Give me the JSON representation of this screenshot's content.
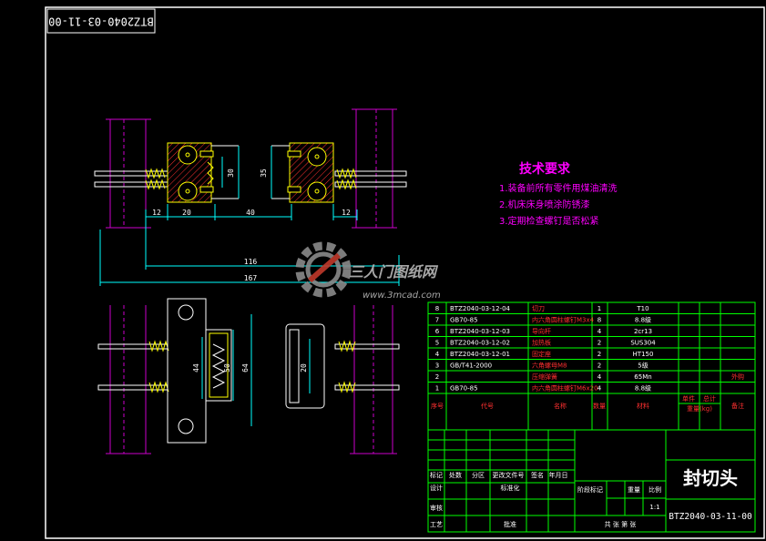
{
  "drawing_number_rotated": "BTZ2040-03-11-00",
  "notes": {
    "title": "技术要求",
    "items": [
      "1.装备前所有零件用煤油清洗",
      "2.机床床身喷涂防锈漆",
      "3.定期检查螺钉是否松紧"
    ]
  },
  "dimensions": {
    "d12_left": "12",
    "d20": "20",
    "d40": "40",
    "d12_right": "12",
    "d116": "116",
    "d167": "167",
    "d30": "30",
    "d35": "35",
    "d44": "44",
    "d50": "50",
    "d64": "64",
    "d20_side": "20"
  },
  "watermark": {
    "brand": "三人门图纸网",
    "url": "www.3mcad.com"
  },
  "bom": [
    {
      "no": "8",
      "code": "BTZ2040-03-12-04",
      "name": "切刀",
      "qty": "1",
      "material": "T10",
      "note": ""
    },
    {
      "no": "7",
      "code": "GB70-85",
      "name": "内六角圆柱螺钉M3x4",
      "qty": "8",
      "material": "8.8级",
      "note": ""
    },
    {
      "no": "6",
      "code": "BTZ2040-03-12-03",
      "name": "导向杆",
      "qty": "4",
      "material": "2cr13",
      "note": ""
    },
    {
      "no": "5",
      "code": "BTZ2040-03-12-02",
      "name": "加热板",
      "qty": "2",
      "material": "SUS304",
      "note": ""
    },
    {
      "no": "4",
      "code": "BTZ2040-03-12-01",
      "name": "固定座",
      "qty": "2",
      "material": "HT150",
      "note": ""
    },
    {
      "no": "3",
      "code": "GB/T41-2000",
      "name": "六角螺母M8",
      "qty": "2",
      "material": "5级",
      "note": ""
    },
    {
      "no": "2",
      "code": "",
      "name": "压缩弹簧",
      "qty": "4",
      "material": "65Mn",
      "note": "外购"
    },
    {
      "no": "1",
      "code": "GB70-85",
      "name": "内六角圆柱螺钉M6x20",
      "qty": "4",
      "material": "8.8级",
      "note": ""
    }
  ],
  "bom_header": {
    "no": "序号",
    "code": "代号",
    "name": "名称",
    "qty": "数量",
    "material": "材料",
    "unit_weight": "单件",
    "total_weight": "总计",
    "weight": "重量(kg)",
    "note": "备注"
  },
  "title_block": {
    "drawing_name": "封切头",
    "drawing_number": "BTZ2040-03-11-00",
    "scale": "1:1",
    "rev_labels": [
      "标记",
      "处数",
      "分区",
      "更改文件号",
      "签名",
      "年月日"
    ],
    "roles": [
      "设计",
      "审核",
      "工艺"
    ],
    "standardization": "标准化",
    "approve": "批准",
    "stage_mark": "阶段标记",
    "weight": "重量",
    "scale_label": "比例",
    "sheets": "共  张  第  张"
  },
  "colors": {
    "frame": "#ffffff",
    "table": "#00ff00",
    "outline": "#ffff00",
    "hatch": "#ff0000",
    "dimension": "#00ffff",
    "notes": "#ff00ff",
    "frame_part": "#cc00cc"
  }
}
